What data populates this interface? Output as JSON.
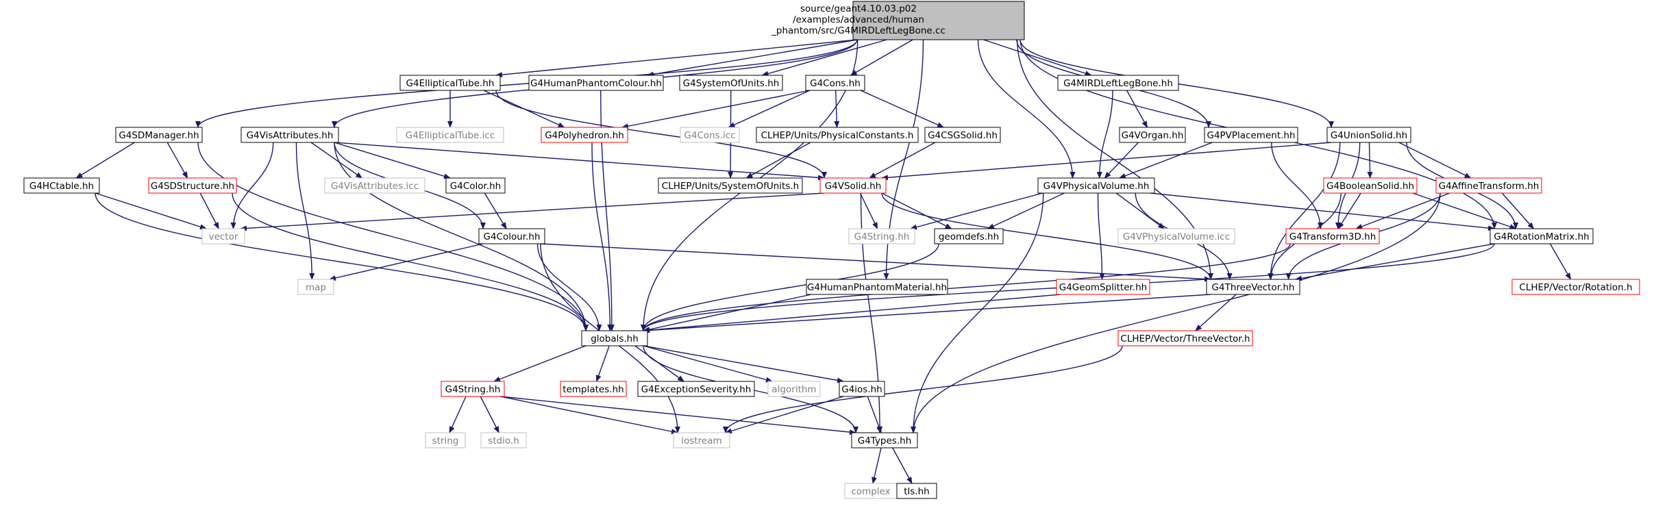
{
  "diagram": {
    "root_label_lines": [
      "source/geant4.10.03.p02",
      "/examples/advanced/human",
      "_phantom/src/G4MIRDLeftLegBone.cc"
    ],
    "colors": {
      "edge": "#191970",
      "box_normal": "#000000",
      "box_truncated": "#ff0000",
      "box_external": "#bfbfbf",
      "text_normal": "#000000",
      "text_external": "#808080",
      "root_fill": "#bfbfbf"
    },
    "nodes": [
      {
        "id": "root",
        "label": "source/geant4.10.03.p02/examples/advanced/human_phantom/src/G4MIRDLeftLegBone.cc",
        "style": "root"
      },
      {
        "id": "G4EllipticalTube_hh",
        "label": "G4EllipticalTube.hh",
        "style": "normal"
      },
      {
        "id": "G4HumanPhantomColour_hh",
        "label": "G4HumanPhantomColour.hh",
        "style": "normal"
      },
      {
        "id": "G4SystemOfUnits_hh",
        "label": "G4SystemOfUnits.hh",
        "style": "normal"
      },
      {
        "id": "G4Cons_hh",
        "label": "G4Cons.hh",
        "style": "normal"
      },
      {
        "id": "G4MIRDLeftLegBone_hh",
        "label": "G4MIRDLeftLegBone.hh",
        "style": "normal"
      },
      {
        "id": "G4SDManager_hh",
        "label": "G4SDManager.hh",
        "style": "normal"
      },
      {
        "id": "G4VisAttributes_hh",
        "label": "G4VisAttributes.hh",
        "style": "normal"
      },
      {
        "id": "G4EllipticalTube_icc",
        "label": "G4EllipticalTube.icc",
        "style": "external"
      },
      {
        "id": "G4Polyhedron_hh",
        "label": "G4Polyhedron.hh",
        "style": "truncated"
      },
      {
        "id": "G4Cons_icc",
        "label": "G4Cons.icc",
        "style": "external"
      },
      {
        "id": "CLHEP_PhysicalConstants_h",
        "label": "CLHEP/Units/PhysicalConstants.h",
        "style": "normal"
      },
      {
        "id": "G4CSGSolid_hh",
        "label": "G4CSGSolid.hh",
        "style": "normal"
      },
      {
        "id": "G4VOrgan_hh",
        "label": "G4VOrgan.hh",
        "style": "normal"
      },
      {
        "id": "G4PVPlacement_hh",
        "label": "G4PVPlacement.hh",
        "style": "normal"
      },
      {
        "id": "G4UnionSolid_hh",
        "label": "G4UnionSolid.hh",
        "style": "normal"
      },
      {
        "id": "G4HCtable_hh",
        "label": "G4HCtable.hh",
        "style": "normal"
      },
      {
        "id": "G4SDStructure_hh",
        "label": "G4SDStructure.hh",
        "style": "truncated"
      },
      {
        "id": "G4VisAttributes_icc",
        "label": "G4VisAttributes.icc",
        "style": "external"
      },
      {
        "id": "G4Color_hh",
        "label": "G4Color.hh",
        "style": "normal"
      },
      {
        "id": "CLHEP_SystemOfUnits_h",
        "label": "CLHEP/Units/SystemOfUnits.h",
        "style": "normal"
      },
      {
        "id": "G4VSolid_hh",
        "label": "G4VSolid.hh",
        "style": "truncated"
      },
      {
        "id": "G4VPhysicalVolume_hh",
        "label": "G4VPhysicalVolume.hh",
        "style": "normal"
      },
      {
        "id": "G4BooleanSolid_hh",
        "label": "G4BooleanSolid.hh",
        "style": "truncated"
      },
      {
        "id": "G4AffineTransform_hh",
        "label": "G4AffineTransform.hh",
        "style": "truncated"
      },
      {
        "id": "vector",
        "label": "vector",
        "style": "external"
      },
      {
        "id": "G4Colour_hh",
        "label": "G4Colour.hh",
        "style": "normal"
      },
      {
        "id": "G4String_hh_ext",
        "label": "G4String.hh",
        "style": "external"
      },
      {
        "id": "geomdefs_hh",
        "label": "geomdefs.hh",
        "style": "normal"
      },
      {
        "id": "G4VPhysicalVolume_icc",
        "label": "G4VPhysicalVolume.icc",
        "style": "external"
      },
      {
        "id": "G4Transform3D_hh",
        "label": "G4Transform3D.hh",
        "style": "truncated"
      },
      {
        "id": "G4RotationMatrix_hh",
        "label": "G4RotationMatrix.hh",
        "style": "normal"
      },
      {
        "id": "map",
        "label": "map",
        "style": "external"
      },
      {
        "id": "G4HumanPhantomMaterial_hh",
        "label": "G4HumanPhantomMaterial.hh",
        "style": "normal"
      },
      {
        "id": "G4GeomSplitter_hh",
        "label": "G4GeomSplitter.hh",
        "style": "truncated"
      },
      {
        "id": "G4ThreeVector_hh",
        "label": "G4ThreeVector.hh",
        "style": "normal"
      },
      {
        "id": "CLHEP_Rotation_h",
        "label": "CLHEP/Vector/Rotation.h",
        "style": "truncated"
      },
      {
        "id": "globals_hh",
        "label": "globals.hh",
        "style": "normal"
      },
      {
        "id": "CLHEP_ThreeVector_h",
        "label": "CLHEP/Vector/ThreeVector.h",
        "style": "truncated"
      },
      {
        "id": "G4String_hh",
        "label": "G4String.hh",
        "style": "truncated"
      },
      {
        "id": "templates_hh",
        "label": "templates.hh",
        "style": "truncated"
      },
      {
        "id": "G4ExceptionSeverity_hh",
        "label": "G4ExceptionSeverity.hh",
        "style": "normal"
      },
      {
        "id": "algorithm",
        "label": "algorithm",
        "style": "external"
      },
      {
        "id": "G4ios_hh",
        "label": "G4ios.hh",
        "style": "normal"
      },
      {
        "id": "string",
        "label": "string",
        "style": "external"
      },
      {
        "id": "stdio_h",
        "label": "stdio.h",
        "style": "external"
      },
      {
        "id": "iostream",
        "label": "iostream",
        "style": "external"
      },
      {
        "id": "G4Types_hh",
        "label": "G4Types.hh",
        "style": "normal"
      },
      {
        "id": "complex",
        "label": "complex",
        "style": "external"
      },
      {
        "id": "tls_hh",
        "label": "tls.hh",
        "style": "normal"
      }
    ],
    "edges": [
      [
        "root",
        "G4EllipticalTube_hh"
      ],
      [
        "root",
        "G4HumanPhantomColour_hh"
      ],
      [
        "root",
        "G4SystemOfUnits_hh"
      ],
      [
        "root",
        "G4Cons_hh"
      ],
      [
        "root",
        "G4MIRDLeftLegBone_hh"
      ],
      [
        "root",
        "G4SDManager_hh"
      ],
      [
        "root",
        "G4VisAttributes_hh"
      ],
      [
        "root",
        "G4PVPlacement_hh"
      ],
      [
        "root",
        "G4UnionSolid_hh"
      ],
      [
        "root",
        "G4VPhysicalVolume_hh"
      ],
      [
        "root",
        "G4HumanPhantomMaterial_hh"
      ],
      [
        "root",
        "G4RotationMatrix_hh"
      ],
      [
        "root",
        "G4ThreeVector_hh"
      ],
      [
        "root",
        "globals_hh"
      ],
      [
        "G4EllipticalTube_hh",
        "G4EllipticalTube_icc"
      ],
      [
        "G4EllipticalTube_hh",
        "G4Polyhedron_hh"
      ],
      [
        "G4EllipticalTube_hh",
        "G4VSolid_hh"
      ],
      [
        "G4HumanPhantomColour_hh",
        "globals_hh"
      ],
      [
        "G4SystemOfUnits_hh",
        "CLHEP_SystemOfUnits_h"
      ],
      [
        "G4Cons_hh",
        "G4Polyhedron_hh"
      ],
      [
        "G4Cons_hh",
        "G4Cons_icc"
      ],
      [
        "G4Cons_hh",
        "CLHEP_PhysicalConstants_h"
      ],
      [
        "G4Cons_hh",
        "G4CSGSolid_hh"
      ],
      [
        "CLHEP_PhysicalConstants_h",
        "CLHEP_SystemOfUnits_h"
      ],
      [
        "G4CSGSolid_hh",
        "G4VSolid_hh"
      ],
      [
        "G4MIRDLeftLegBone_hh",
        "G4VOrgan_hh"
      ],
      [
        "G4MIRDLeftLegBone_hh",
        "G4VPhysicalVolume_hh"
      ],
      [
        "G4VOrgan_hh",
        "G4VPhysicalVolume_hh"
      ],
      [
        "G4PVPlacement_hh",
        "G4VPhysicalVolume_hh"
      ],
      [
        "G4PVPlacement_hh",
        "G4Transform3D_hh"
      ],
      [
        "G4UnionSolid_hh",
        "G4VSolid_hh"
      ],
      [
        "G4UnionSolid_hh",
        "G4BooleanSolid_hh"
      ],
      [
        "G4UnionSolid_hh",
        "G4AffineTransform_hh"
      ],
      [
        "G4UnionSolid_hh",
        "G4Transform3D_hh"
      ],
      [
        "G4UnionSolid_hh",
        "G4RotationMatrix_hh"
      ],
      [
        "G4UnionSolid_hh",
        "G4ThreeVector_hh"
      ],
      [
        "G4SDManager_hh",
        "G4HCtable_hh"
      ],
      [
        "G4SDManager_hh",
        "G4SDStructure_hh"
      ],
      [
        "G4SDManager_hh",
        "globals_hh"
      ],
      [
        "G4HCtable_hh",
        "vector"
      ],
      [
        "G4HCtable_hh",
        "globals_hh"
      ],
      [
        "G4SDStructure_hh",
        "vector"
      ],
      [
        "G4SDStructure_hh",
        "globals_hh"
      ],
      [
        "G4VisAttributes_hh",
        "G4VisAttributes_icc"
      ],
      [
        "G4VisAttributes_hh",
        "G4Color_hh"
      ],
      [
        "G4VisAttributes_hh",
        "G4Colour_hh"
      ],
      [
        "G4VisAttributes_hh",
        "vector"
      ],
      [
        "G4VisAttributes_hh",
        "map"
      ],
      [
        "G4VisAttributes_hh",
        "globals_hh"
      ],
      [
        "G4VisAttributes_hh",
        "G4VSolid_hh"
      ],
      [
        "G4Color_hh",
        "G4Colour_hh"
      ],
      [
        "G4Colour_hh",
        "globals_hh"
      ],
      [
        "G4Colour_hh",
        "map"
      ],
      [
        "G4Colour_hh",
        "G4ThreeVector_hh"
      ],
      [
        "G4Colour_hh",
        "iostream"
      ],
      [
        "G4Polyhedron_hh",
        "globals_hh"
      ],
      [
        "G4VSolid_hh",
        "vector"
      ],
      [
        "G4VSolid_hh",
        "G4String_hh_ext"
      ],
      [
        "G4VSolid_hh",
        "geomdefs_hh"
      ],
      [
        "G4VSolid_hh",
        "G4ThreeVector_hh"
      ],
      [
        "G4VSolid_hh",
        "G4Types_hh"
      ],
      [
        "G4VPhysicalVolume_hh",
        "G4String_hh_ext"
      ],
      [
        "G4VPhysicalVolume_hh",
        "geomdefs_hh"
      ],
      [
        "G4VPhysicalVolume_hh",
        "G4VPhysicalVolume_icc"
      ],
      [
        "G4VPhysicalVolume_hh",
        "G4GeomSplitter_hh"
      ],
      [
        "G4VPhysicalVolume_hh",
        "G4ThreeVector_hh"
      ],
      [
        "G4VPhysicalVolume_hh",
        "G4RotationMatrix_hh"
      ],
      [
        "G4VPhysicalVolume_hh",
        "G4Types_hh"
      ],
      [
        "G4BooleanSolid_hh",
        "G4Transform3D_hh"
      ],
      [
        "G4BooleanSolid_hh",
        "G4RotationMatrix_hh"
      ],
      [
        "G4BooleanSolid_hh",
        "G4ThreeVector_hh"
      ],
      [
        "G4AffineTransform_hh",
        "G4Transform3D_hh"
      ],
      [
        "G4AffineTransform_hh",
        "G4RotationMatrix_hh"
      ],
      [
        "G4AffineTransform_hh",
        "G4ThreeVector_hh"
      ],
      [
        "G4AffineTransform_hh",
        "G4Types_hh"
      ],
      [
        "geomdefs_hh",
        "globals_hh"
      ],
      [
        "G4Transform3D_hh",
        "globals_hh"
      ],
      [
        "G4RotationMatrix_hh",
        "G4ThreeVector_hh"
      ],
      [
        "G4RotationMatrix_hh",
        "CLHEP_Rotation_h"
      ],
      [
        "G4RotationMatrix_hh",
        "globals_hh"
      ],
      [
        "G4HumanPhantomMaterial_hh",
        "globals_hh"
      ],
      [
        "G4GeomSplitter_hh",
        "globals_hh"
      ],
      [
        "G4ThreeVector_hh",
        "globals_hh"
      ],
      [
        "G4ThreeVector_hh",
        "CLHEP_ThreeVector_h"
      ],
      [
        "CLHEP_ThreeVector_h",
        "iostream"
      ],
      [
        "globals_hh",
        "G4String_hh"
      ],
      [
        "globals_hh",
        "templates_hh"
      ],
      [
        "globals_hh",
        "G4ExceptionSeverity_hh"
      ],
      [
        "globals_hh",
        "algorithm"
      ],
      [
        "globals_hh",
        "G4ios_hh"
      ],
      [
        "globals_hh",
        "G4Types_hh"
      ],
      [
        "G4String_hh",
        "string"
      ],
      [
        "G4String_hh",
        "stdio_h"
      ],
      [
        "G4String_hh",
        "iostream"
      ],
      [
        "G4String_hh",
        "G4Types_hh"
      ],
      [
        "G4ios_hh",
        "iostream"
      ],
      [
        "G4ios_hh",
        "G4Types_hh"
      ],
      [
        "G4Types_hh",
        "complex"
      ],
      [
        "G4Types_hh",
        "tls_hh"
      ]
    ]
  }
}
